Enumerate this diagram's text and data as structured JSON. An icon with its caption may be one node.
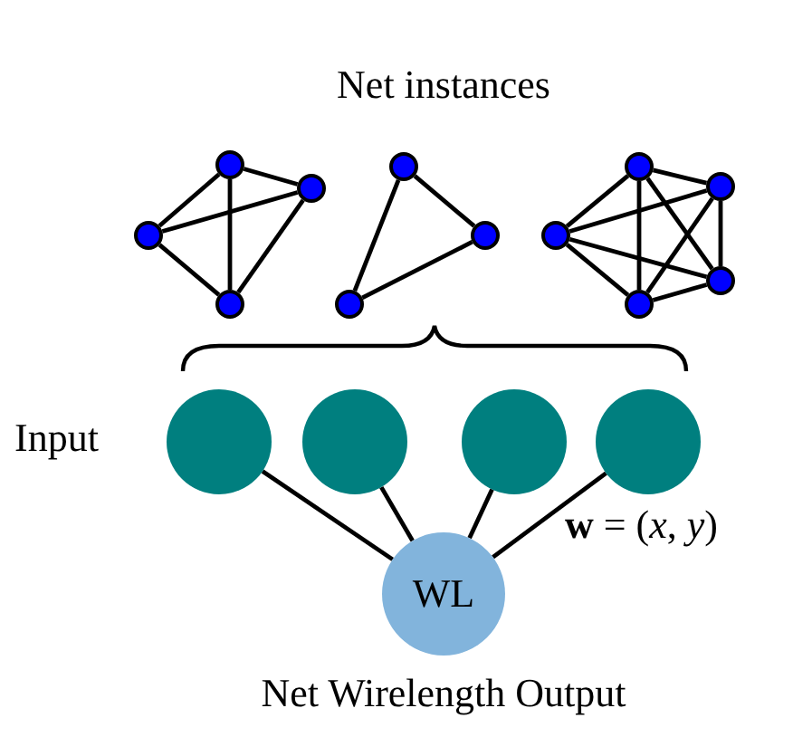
{
  "diagram": {
    "title": "Net instances",
    "nodes": [
      {
        "text": [],
        "shape": "circle"
      },
      {
        "text": [],
        "shape": "circle"
      },
      {
        "text": [],
        "shape": "circle"
      },
      {
        "text": [],
        "shape": "circle"
      },
      {
        "text": [],
        "shape": "circle"
      },
      {
        "text": [],
        "shape": "circle"
      },
      {
        "text": [],
        "shape": "circle"
      },
      {
        "text": [],
        "shape": "circle"
      },
      {
        "text": [],
        "shape": "circle"
      },
      {
        "text": [],
        "shape": "circle"
      },
      {
        "text": [],
        "shape": "circle"
      },
      {
        "text": [],
        "shape": "circle"
      },
      {
        "text": [],
        "shape": "circle"
      },
      {
        "text": [],
        "shape": "circle"
      },
      {
        "text": [],
        "shape": "circle"
      },
      {
        "text": [],
        "shape": "circle"
      },
      {
        "text": [
          "WL"
        ],
        "beside": [
          "Net Wirelength Output"
        ]
      }
    ],
    "edges": [
      {
        "from": 0,
        "to": 1,
        "arrow": "none"
      },
      {
        "from": 0,
        "to": 2,
        "arrow": "none"
      },
      {
        "from": 0,
        "to": 3,
        "arrow": "none"
      },
      {
        "from": 2,
        "to": 1,
        "arrow": "none"
      },
      {
        "from": 2,
        "to": 3,
        "arrow": "none"
      },
      {
        "from": 3,
        "to": 1,
        "arrow": "none"
      },
      {
        "from": 4,
        "to": 5,
        "arrow": "none"
      },
      {
        "from": 4,
        "to": 6,
        "arrow": "none"
      },
      {
        "from": 6,
        "to": 5,
        "arrow": "none"
      },
      {
        "from": 7,
        "to": 8,
        "arrow": "none"
      },
      {
        "from": 7,
        "to": 9,
        "arrow": "none"
      },
      {
        "from": 7,
        "to": 11,
        "arrow": "none"
      },
      {
        "from": 7,
        "to": 10,
        "arrow": "none"
      },
      {
        "from": 9,
        "to": 8,
        "arrow": "none"
      },
      {
        "from": 9,
        "to": 10,
        "arrow": "none"
      },
      {
        "from": 9,
        "to": 11,
        "arrow": "none"
      },
      {
        "from": 8,
        "to": 10,
        "arrow": "none"
      },
      {
        "from": 8,
        "to": 11,
        "arrow": "none"
      },
      {
        "from": 11,
        "to": 10,
        "arrow": "none"
      },
      {
        "from": 12,
        "to": 16,
        "arrow": "none"
      },
      {
        "from": 13,
        "to": 16,
        "arrow": "none"
      },
      {
        "from": 14,
        "to": 16,
        "arrow": "none"
      },
      {
        "from": 15,
        "to": 16,
        "arrow": "none"
      }
    ],
    "labels": [
      "Input",
      "**w** = (*x*, *y*)"
    ]
  }
}
